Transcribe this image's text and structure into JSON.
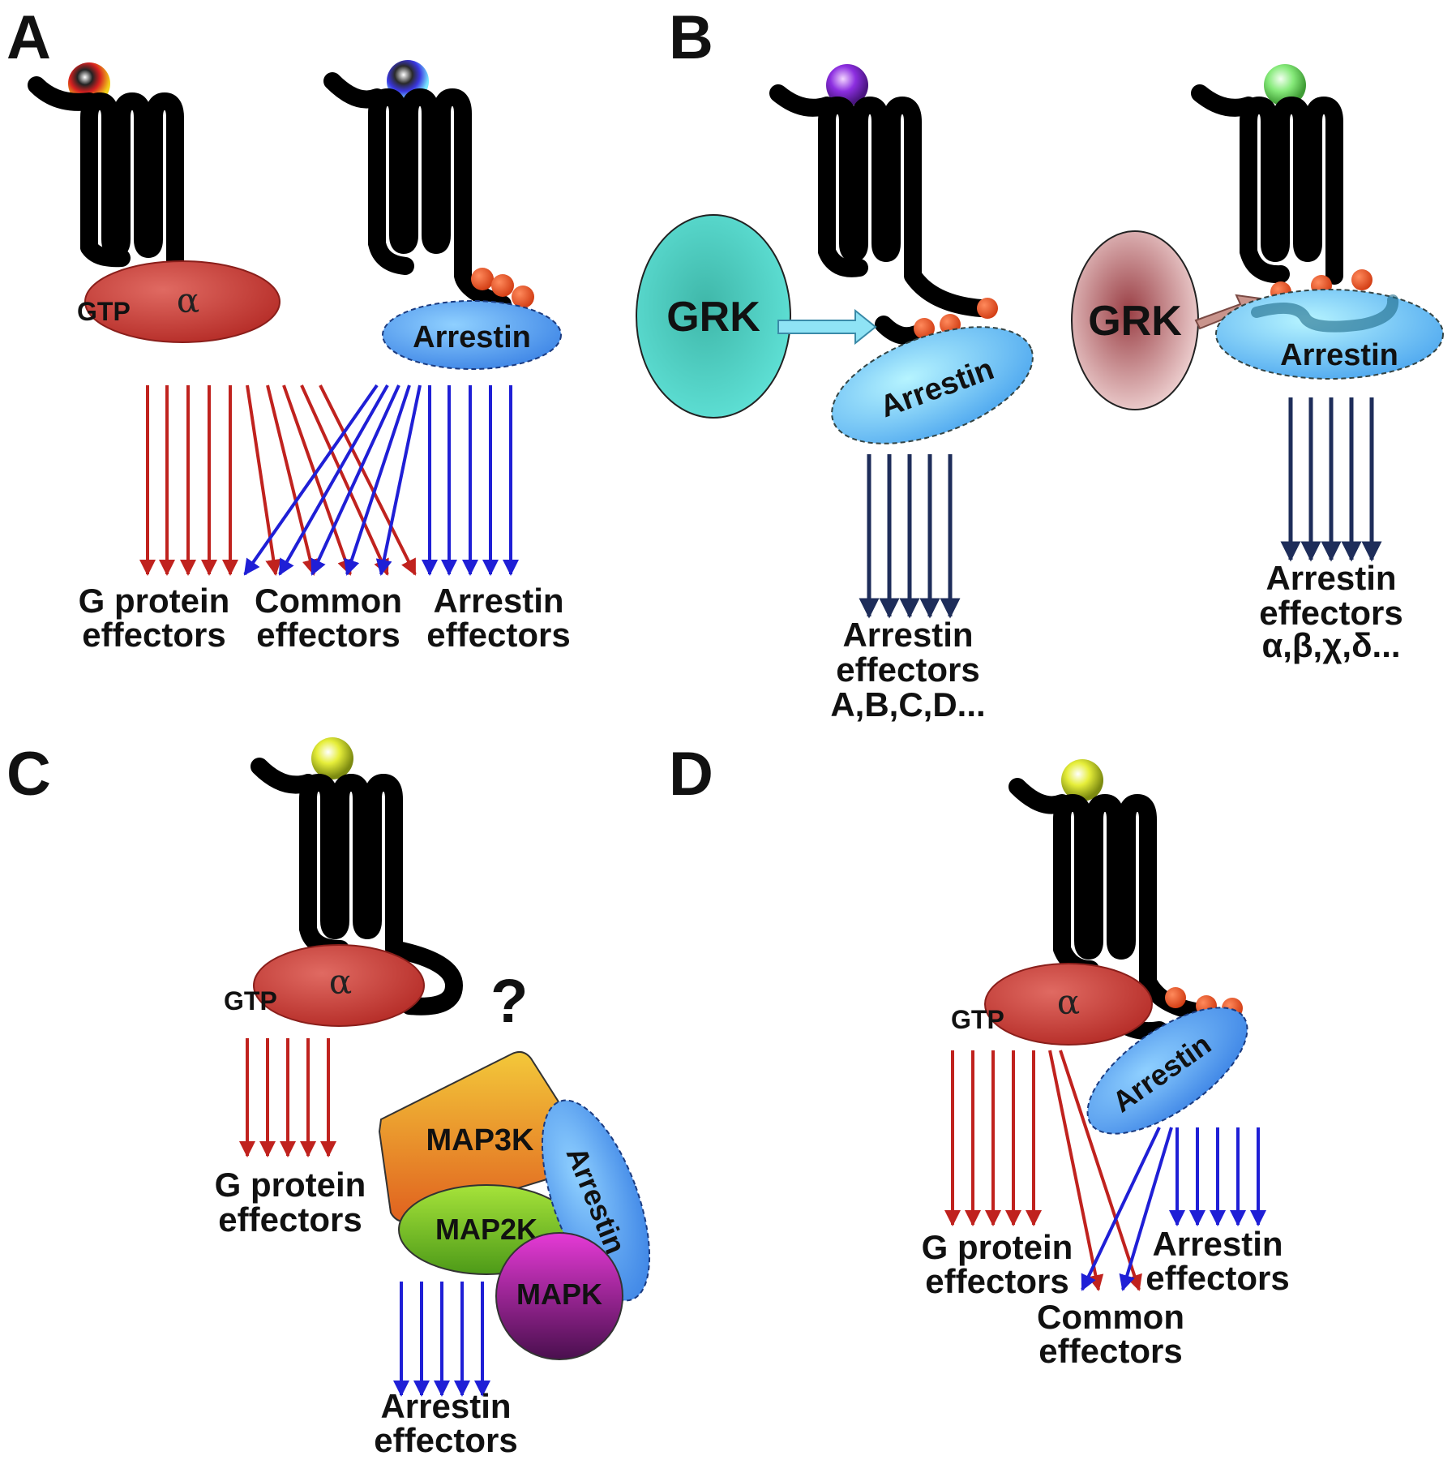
{
  "panels": {
    "a": {
      "letter": "A",
      "gtp": "GTP",
      "alpha": "α",
      "arrestin": "Arrestin",
      "effectors": [
        [
          "G protein",
          "effectors"
        ],
        [
          "Common",
          "effectors"
        ],
        [
          "Arrestin",
          "effectors"
        ]
      ]
    },
    "b": {
      "letter": "B",
      "grk_left": "GRK",
      "grk_right": "GRK",
      "arrestin_left": "Arrestin",
      "arrestin_right": "Arrestin",
      "effectors_left": [
        "Arrestin",
        "effectors",
        "A,B,C,D..."
      ],
      "effectors_right": [
        "Arrestin",
        "effectors",
        "α,β,χ,δ..."
      ]
    },
    "c": {
      "letter": "C",
      "gtp": "GTP",
      "alpha": "α",
      "question": "?",
      "map3k": "MAP3K",
      "map2k": "MAP2K",
      "mapk": "MAPK",
      "arrestin": "Arrestin",
      "effectors_g": [
        "G protein",
        "effectors"
      ],
      "effectors_arr": [
        "Arrestin",
        "effectors"
      ]
    },
    "d": {
      "letter": "D",
      "gtp": "GTP",
      "alpha": "α",
      "arrestin": "Arrestin",
      "effectors_g": [
        "G protein",
        "effectors"
      ],
      "effectors_common": [
        "Common",
        "effectors"
      ],
      "effectors_arr": [
        "Arrestin",
        "effectors"
      ]
    }
  },
  "colors": {
    "g_protein_arrow": "#c0221e",
    "arrestin_arrow": "#1f1fd6",
    "arrestin_arrow_dark": "#1e2d5a",
    "alpha_fill": "#c9413b",
    "arrestin_fill": "#4a90e8",
    "grk_teal": "#46cfc2",
    "grk_rose": "#b5676a",
    "phospho": "#e0431b"
  }
}
